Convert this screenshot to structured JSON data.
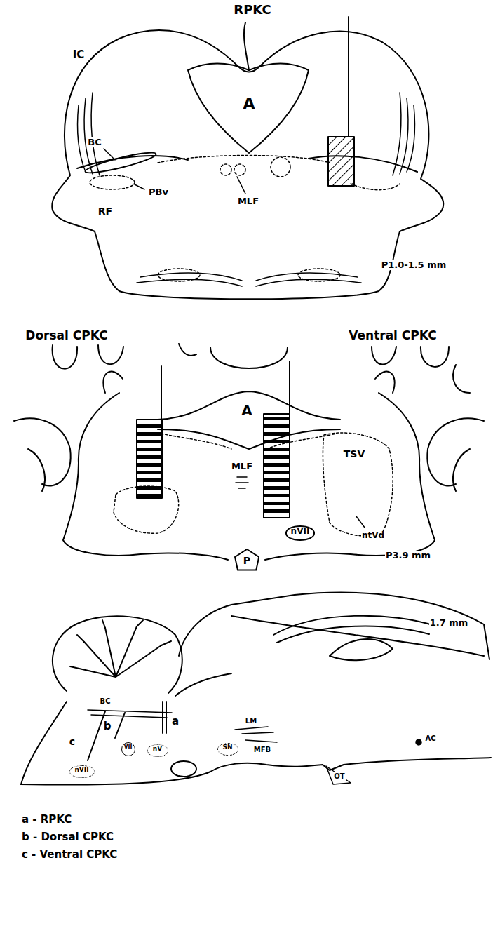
{
  "diagram": {
    "nodes": [
      {
        "text": [
          "nVII"
        ]
      },
      {
        "text": [
          "P"
        ]
      },
      {
        "text": [
          "VII"
        ]
      },
      {
        "text": [
          "nV"
        ]
      },
      {
        "text": [
          "nVII"
        ]
      },
      {
        "text": [
          "SN"
        ]
      }
    ],
    "labels": [
      "RPKC",
      "IC",
      "A",
      "BC",
      "PBv",
      "MLF",
      "RF",
      "P1.0-1.5 mm",
      "Dorsal CPKC",
      "Ventral CPKC",
      "A",
      "MLF",
      "TSV",
      "ntVd",
      "P3.9 mm",
      "1.7 mm",
      "BC",
      "b",
      "a",
      "c",
      "LM",
      "MFB",
      "AC",
      "OT",
      "a - RPKC",
      "b - Dorsal CPKC",
      "c - Ventral CPKC"
    ]
  }
}
